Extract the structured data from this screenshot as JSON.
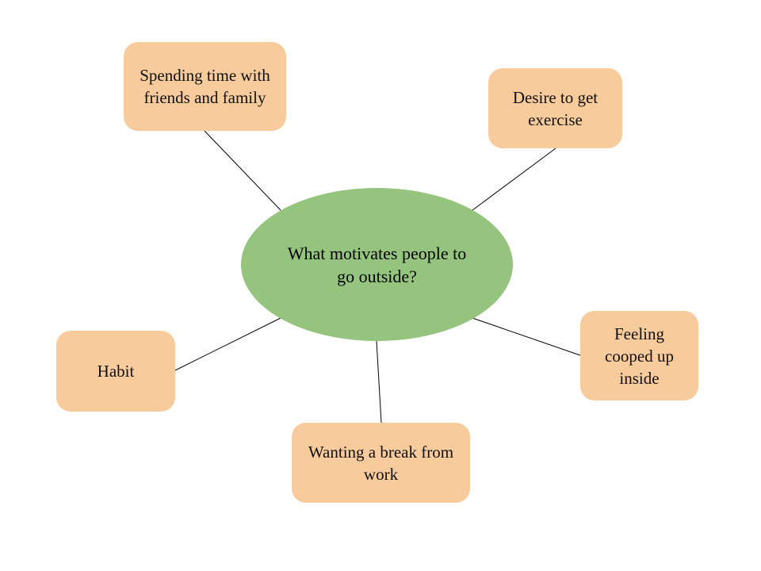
{
  "center": {
    "label": "What motivates people to go outside?"
  },
  "nodes": [
    {
      "label": "Spending time with friends and family"
    },
    {
      "label": "Desire to get exercise"
    },
    {
      "label": "Feeling cooped up inside"
    },
    {
      "label": "Wanting a break from work"
    },
    {
      "label": "Habit"
    }
  ],
  "colors": {
    "center": "#94c47e",
    "node": "#f8cb9c",
    "edge": "#000000"
  }
}
